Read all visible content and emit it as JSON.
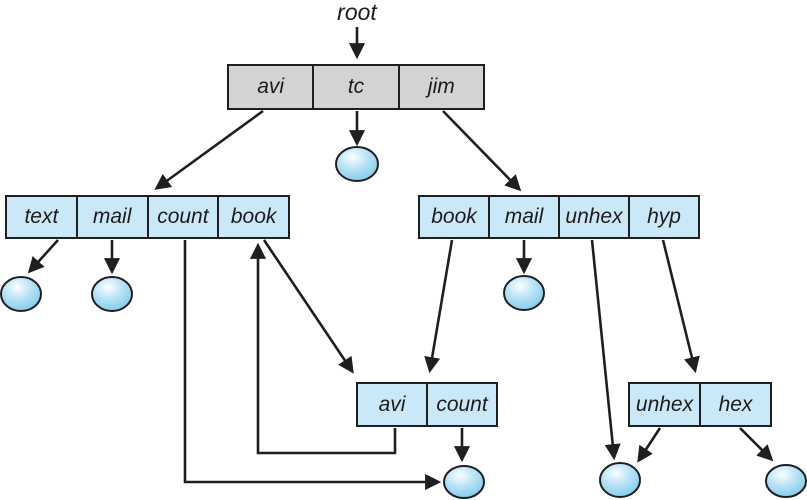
{
  "figure": {
    "root_label": "root",
    "directories": {
      "root": {
        "entries": [
          "avi",
          "tc",
          "jim"
        ]
      },
      "avi": {
        "entries": [
          "text",
          "mail",
          "count",
          "book"
        ]
      },
      "jim": {
        "entries": [
          "book",
          "mail",
          "unhex",
          "hyp"
        ]
      },
      "shared_book": {
        "entries": [
          "avi",
          "count"
        ]
      },
      "hyp": {
        "entries": [
          "unhex",
          "hex"
        ]
      }
    },
    "edges": [
      {
        "from": "root",
        "to": "root directory table"
      },
      {
        "from": "root.avi",
        "to": "avi directory table"
      },
      {
        "from": "root.tc",
        "to": "file circle"
      },
      {
        "from": "root.jim",
        "to": "jim directory table"
      },
      {
        "from": "avi.text",
        "to": "file circle"
      },
      {
        "from": "avi.mail",
        "to": "file circle"
      },
      {
        "from": "avi.count",
        "to": "shared file circle (bottom middle)"
      },
      {
        "from": "avi.book",
        "to": "shared book directory (avi/count)"
      },
      {
        "from": "shared_book.avi",
        "to": "avi directory book cell (back edge)"
      },
      {
        "from": "jim.book",
        "to": "shared book directory (avi/count)"
      },
      {
        "from": "jim.mail",
        "to": "file circle"
      },
      {
        "from": "jim.unhex",
        "to": "shared file circle (bottom right-left)"
      },
      {
        "from": "jim.hyp",
        "to": "hyp directory table (unhex/hex)"
      },
      {
        "from": "shared_book.count",
        "to": "shared file circle (bottom middle)"
      },
      {
        "from": "hyp.unhex",
        "to": "shared file circle (bottom right-left)"
      },
      {
        "from": "hyp.hex",
        "to": "file circle (bottom right)"
      }
    ],
    "colors": {
      "dir_fill": "#cbe8f8",
      "root_fill": "#d2d3d5",
      "line_color": "#1f1f21",
      "text_color": "#1c1c1e",
      "file_highlight": "#fdfeff",
      "file_mid": "#b9e3f7",
      "file_edge": "#7cc7e8"
    }
  }
}
